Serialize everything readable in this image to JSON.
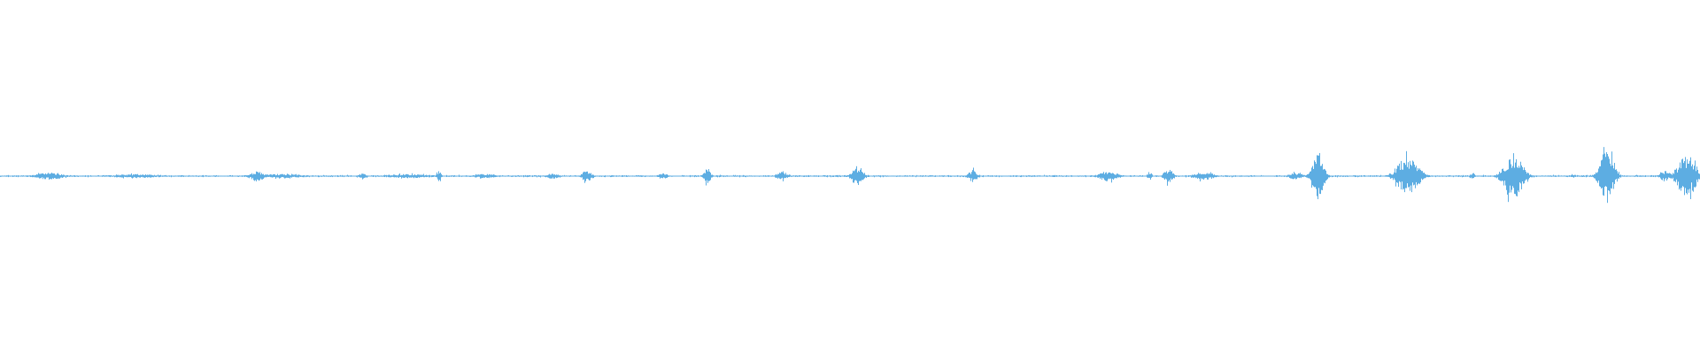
{
  "chart_data": {
    "type": "waveform",
    "color": "#5DADE2",
    "amplitude_range": [
      -1,
      1
    ],
    "duration_fraction_range": [
      0,
      1
    ],
    "noise_floor": 0.004,
    "bursts": [
      {
        "t": 0.029,
        "width": 0.012,
        "peak": 0.02
      },
      {
        "t": 0.08,
        "width": 0.02,
        "peak": 0.012
      },
      {
        "t": 0.151,
        "width": 0.006,
        "peak": 0.03
      },
      {
        "t": 0.165,
        "width": 0.02,
        "peak": 0.012
      },
      {
        "t": 0.213,
        "width": 0.004,
        "peak": 0.015
      },
      {
        "t": 0.24,
        "width": 0.02,
        "peak": 0.012
      },
      {
        "t": 0.258,
        "width": 0.002,
        "peak": 0.03
      },
      {
        "t": 0.285,
        "width": 0.01,
        "peak": 0.012
      },
      {
        "t": 0.325,
        "width": 0.006,
        "peak": 0.015
      },
      {
        "t": 0.345,
        "width": 0.004,
        "peak": 0.035
      },
      {
        "t": 0.39,
        "width": 0.004,
        "peak": 0.015
      },
      {
        "t": 0.416,
        "width": 0.003,
        "peak": 0.045
      },
      {
        "t": 0.46,
        "width": 0.005,
        "peak": 0.025
      },
      {
        "t": 0.504,
        "width": 0.005,
        "peak": 0.045
      },
      {
        "t": 0.572,
        "width": 0.004,
        "peak": 0.035
      },
      {
        "t": 0.652,
        "width": 0.008,
        "peak": 0.03
      },
      {
        "t": 0.676,
        "width": 0.002,
        "peak": 0.025
      },
      {
        "t": 0.687,
        "width": 0.004,
        "peak": 0.04
      },
      {
        "t": 0.708,
        "width": 0.008,
        "peak": 0.025
      },
      {
        "t": 0.762,
        "width": 0.006,
        "peak": 0.02
      },
      {
        "t": 0.775,
        "width": 0.005,
        "peak": 0.12
      },
      {
        "t": 0.828,
        "width": 0.009,
        "peak": 0.11
      },
      {
        "t": 0.866,
        "width": 0.002,
        "peak": 0.02
      },
      {
        "t": 0.89,
        "width": 0.008,
        "peak": 0.13
      },
      {
        "t": 0.925,
        "width": 0.002,
        "peak": 0.01
      },
      {
        "t": 0.945,
        "width": 0.006,
        "peak": 0.155
      },
      {
        "t": 0.979,
        "width": 0.004,
        "peak": 0.03
      },
      {
        "t": 0.992,
        "width": 0.008,
        "peak": 0.12
      }
    ]
  }
}
